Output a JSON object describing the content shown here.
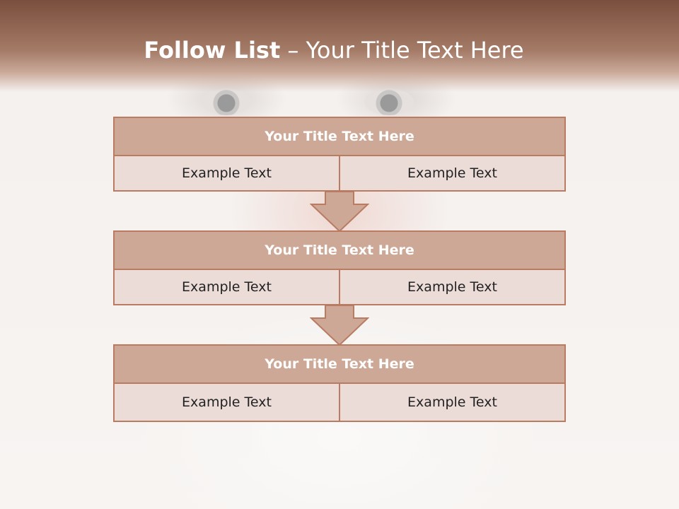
{
  "title": {
    "bold": "Follow List",
    "rest": " – Your Title Text Here"
  },
  "steps": [
    {
      "title": "Your Title Text Here",
      "left": "Example Text",
      "right": "Example Text"
    },
    {
      "title": "Your Title Text Here",
      "left": "Example Text",
      "right": "Example Text"
    },
    {
      "title": "Your Title Text Here",
      "left": "Example Text",
      "right": "Example Text"
    }
  ],
  "colors": {
    "header": "#7a4f3d",
    "box_fill": "#cda896",
    "cell_fill": "#ecdcd8",
    "border": "#b97c63"
  }
}
